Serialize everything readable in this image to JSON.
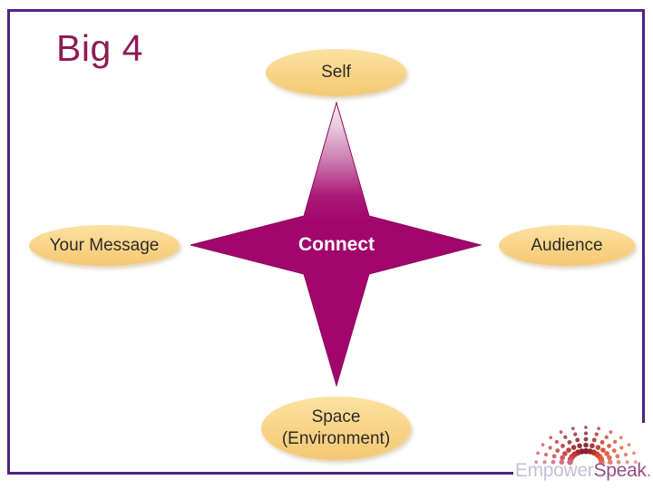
{
  "title": "Big 4",
  "diagram": {
    "center_label": "Connect",
    "top_label": "Self",
    "left_label": "Your Message",
    "right_label": "Audience",
    "bottom_label_line1": "Space",
    "bottom_label_line2": "(Environment)"
  },
  "logo": {
    "empower": "Empower",
    "speak": "Speak",
    "dot": "."
  },
  "colors": {
    "star_fill": "#A2056C",
    "star_outline": "#8A0D59",
    "star_gradient_tip": "#F6EAF1",
    "oval_fill": "#F9D488",
    "oval_text": "#2E2A28",
    "slide_border": "#4F2386",
    "title_text": "#8E1B55",
    "center_label_text": "#FFFFFF",
    "logo_empower_text": "#C6BFD8",
    "logo_speak_text": "#934E84"
  }
}
